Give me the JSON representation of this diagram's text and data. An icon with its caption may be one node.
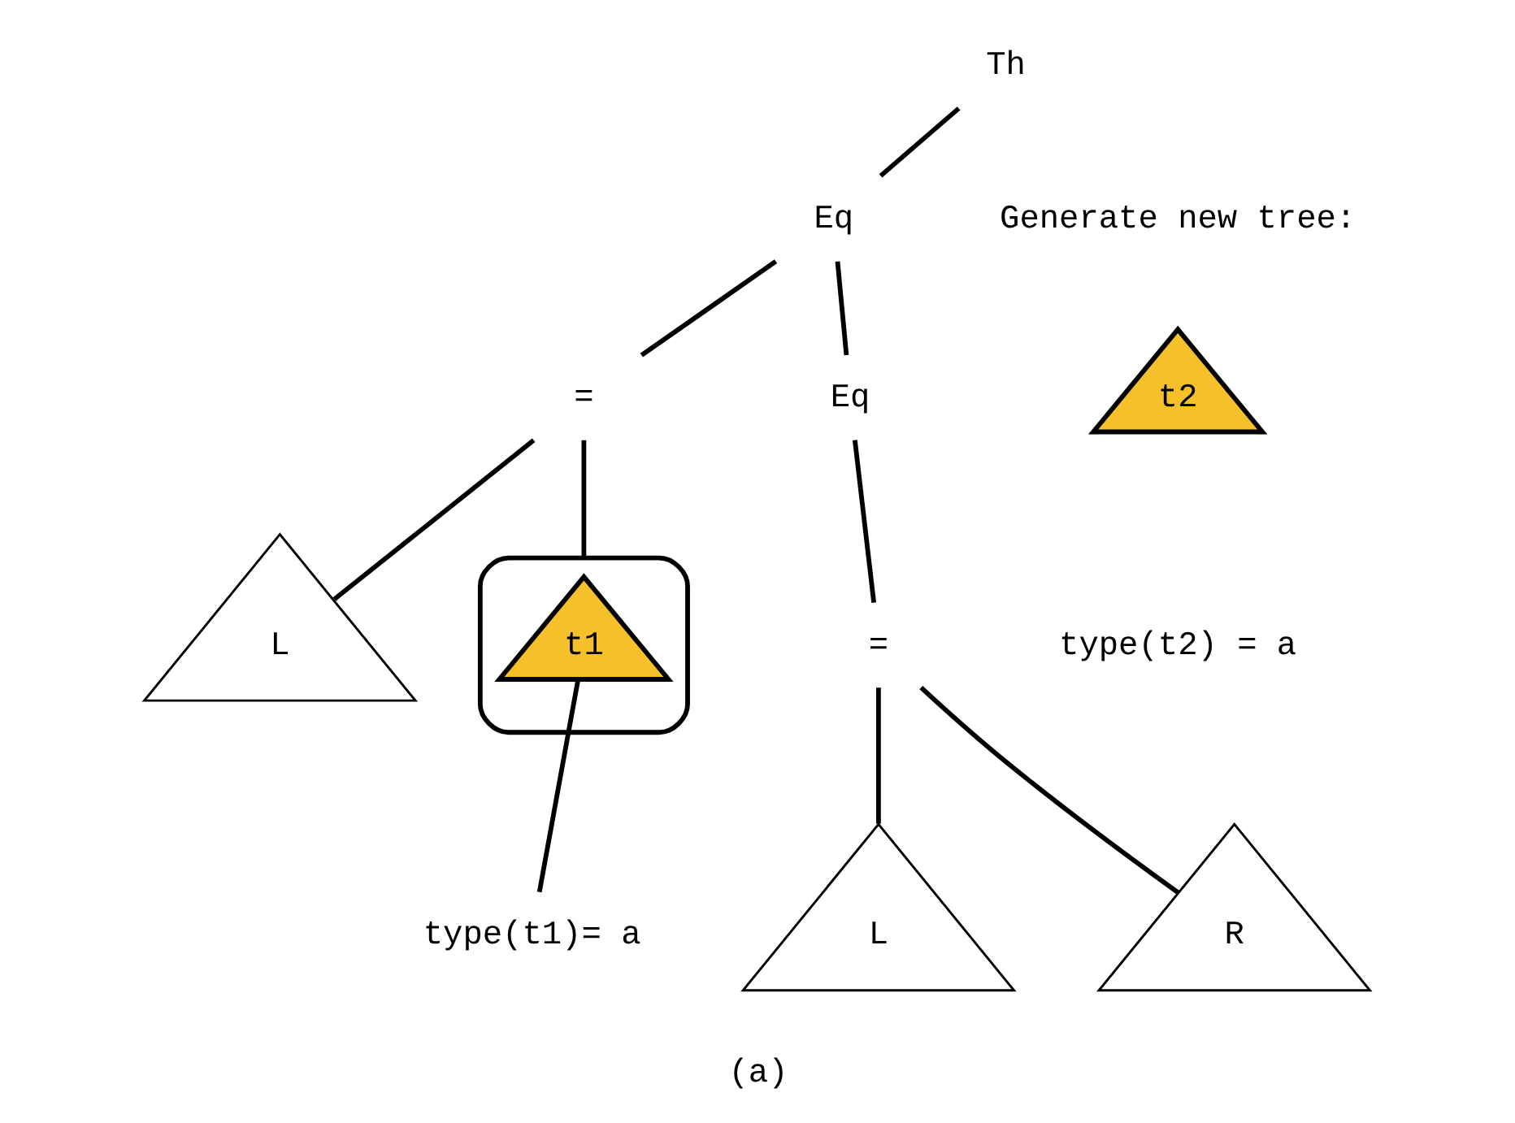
{
  "diagram": {
    "caption": "(a)",
    "nodes": [
      {
        "text": [
          "Th"
        ]
      },
      {
        "text": [
          "Eq"
        ]
      },
      {
        "text": [
          "="
        ]
      },
      {
        "text": [
          "L"
        ]
      },
      {
        "text": [],
        "shape": "triangle"
      },
      {
        "text": [
          "t1"
        ],
        "in": 4
      },
      {
        "text": [
          "Eq"
        ]
      },
      {
        "text": [
          "="
        ]
      },
      {
        "text": [
          "L"
        ]
      },
      {
        "text": [
          "R"
        ]
      },
      {
        "text": [
          "type(t1)= a"
        ]
      },
      {
        "text": [
          "t2"
        ]
      }
    ],
    "edges": [
      {
        "from": 0,
        "to": 1,
        "arrow": "none"
      },
      {
        "from": 1,
        "to": 2,
        "arrow": "none"
      },
      {
        "from": 2,
        "to": 3,
        "arrow": "none"
      },
      {
        "from": 2,
        "to": 4,
        "arrow": "none"
      },
      {
        "from": 1,
        "to": 6,
        "arrow": "none"
      },
      {
        "from": 6,
        "to": 7,
        "arrow": "none"
      },
      {
        "from": 7,
        "to": 8,
        "arrow": "none"
      },
      {
        "from": 7,
        "to": 9,
        "arrow": "none"
      },
      {
        "from": 10,
        "to": 5,
        "arrow": "none"
      }
    ],
    "labels": [
      "Generate new tree:",
      "type(t2) = a"
    ]
  }
}
